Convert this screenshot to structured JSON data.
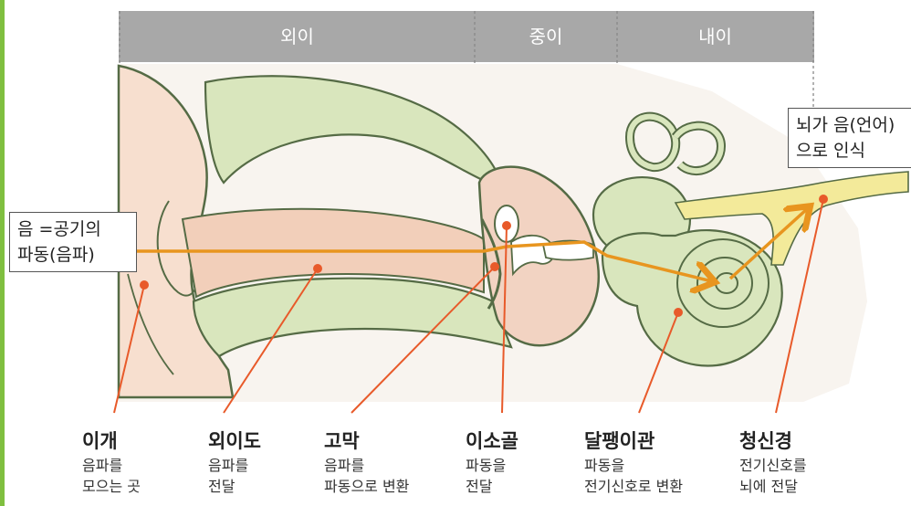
{
  "regions": [
    {
      "label": "외이"
    },
    {
      "label": "중이"
    },
    {
      "label": "내이"
    }
  ],
  "callouts": {
    "sound": {
      "line1": "음 =공기의",
      "line2": "파동(음파)"
    },
    "brain": {
      "line1": "뇌가 음(언어)",
      "line2": "으로 인식"
    }
  },
  "parts": [
    {
      "name": "이개",
      "desc1": "음파를",
      "desc2": "모으는 곳"
    },
    {
      "name": "외이도",
      "desc1": "음파를",
      "desc2": "전달"
    },
    {
      "name": "고막",
      "desc1": "음파를",
      "desc2": "파동으로 변환"
    },
    {
      "name": "이소골",
      "desc1": "파동을",
      "desc2": "전달"
    },
    {
      "name": "달팽이관",
      "desc1": "파동을",
      "desc2": "전기신호로 변환"
    },
    {
      "name": "청신경",
      "desc1": "전기신호를",
      "desc2": "뇌에 전달"
    }
  ],
  "colors": {
    "header_band": "#a8a8a8",
    "skin": "#f7dfcf",
    "tissue": "#d9e6bd",
    "outline": "#556b45",
    "arrow": "#e8951f",
    "pointer": "#e85a2a",
    "nerve": "#f3ea9a",
    "accent_stripe": "#7fbf3f"
  }
}
